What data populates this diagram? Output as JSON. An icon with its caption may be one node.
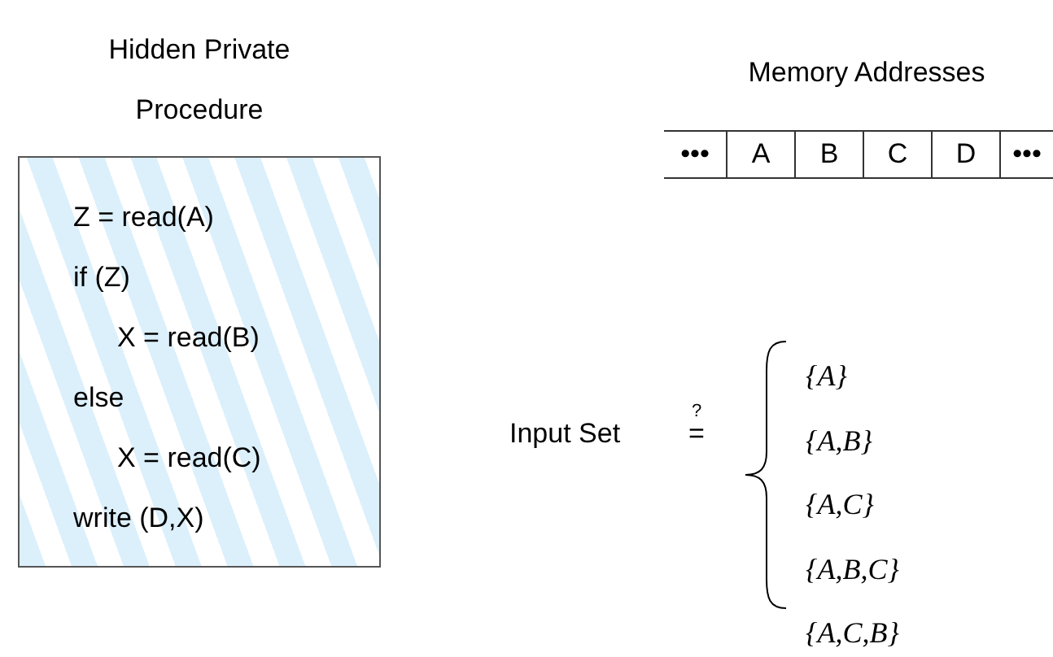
{
  "diagram": {
    "nodes": [
      {
        "text": [
          "Hidden Private Procedure",
          "Z = read(A)",
          "if (Z)",
          "X = read(B)",
          "else",
          "X = read(C)",
          "write (D,X)"
        ]
      },
      {
        "text": [
          "Memory Addresses"
        ]
      },
      {
        "text": [
          "•••"
        ],
        "in": 1
      },
      {
        "text": [
          "A"
        ],
        "in": 1
      },
      {
        "text": [
          "B"
        ],
        "in": 1
      },
      {
        "text": [
          "C"
        ],
        "in": 1
      },
      {
        "text": [
          "D"
        ],
        "in": 1
      },
      {
        "text": [
          "•••"
        ],
        "in": 1
      }
    ],
    "labels": [
      "Input Set",
      "?",
      "=",
      "{A}",
      "{A,B}",
      "{A,C}",
      "{A,B,C}",
      "{A,C,B}"
    ]
  }
}
